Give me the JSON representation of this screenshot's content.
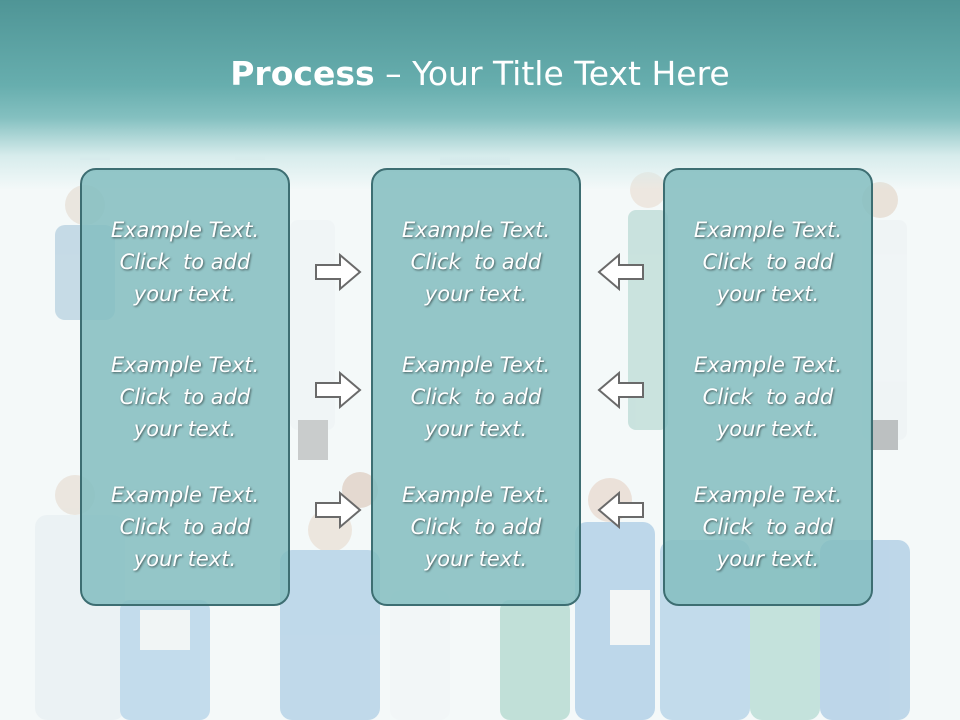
{
  "header": {
    "title_bold": "Process",
    "title_rest": " – Your Title Text Here"
  },
  "columns": [
    {
      "items": [
        {
          "line1": "Example Text.",
          "line2": "Click  to add",
          "line3": "your text."
        },
        {
          "line1": "Example Text.",
          "line2": "Click  to add",
          "line3": "your text."
        },
        {
          "line1": "Example Text.",
          "line2": "Click  to add",
          "line3": "your text."
        }
      ]
    },
    {
      "items": [
        {
          "line1": "Example Text.",
          "line2": "Click  to add",
          "line3": "your text."
        },
        {
          "line1": "Example Text.",
          "line2": "Click  to add",
          "line3": "your text."
        },
        {
          "line1": "Example Text.",
          "line2": "Click  to add",
          "line3": "your text."
        }
      ]
    },
    {
      "items": [
        {
          "line1": "Example Text.",
          "line2": "Click  to add",
          "line3": "your text."
        },
        {
          "line1": "Example Text.",
          "line2": "Click  to add",
          "line3": "your text."
        },
        {
          "line1": "Example Text.",
          "line2": "Click  to add",
          "line3": "your text."
        }
      ]
    }
  ],
  "colors": {
    "header": "#67aeae",
    "box_fill": "#84bec0",
    "box_border": "#3d6e72",
    "arrow_stroke": "#6a6a6a"
  },
  "icons": [
    "right-arrow-icon",
    "left-arrow-icon"
  ]
}
